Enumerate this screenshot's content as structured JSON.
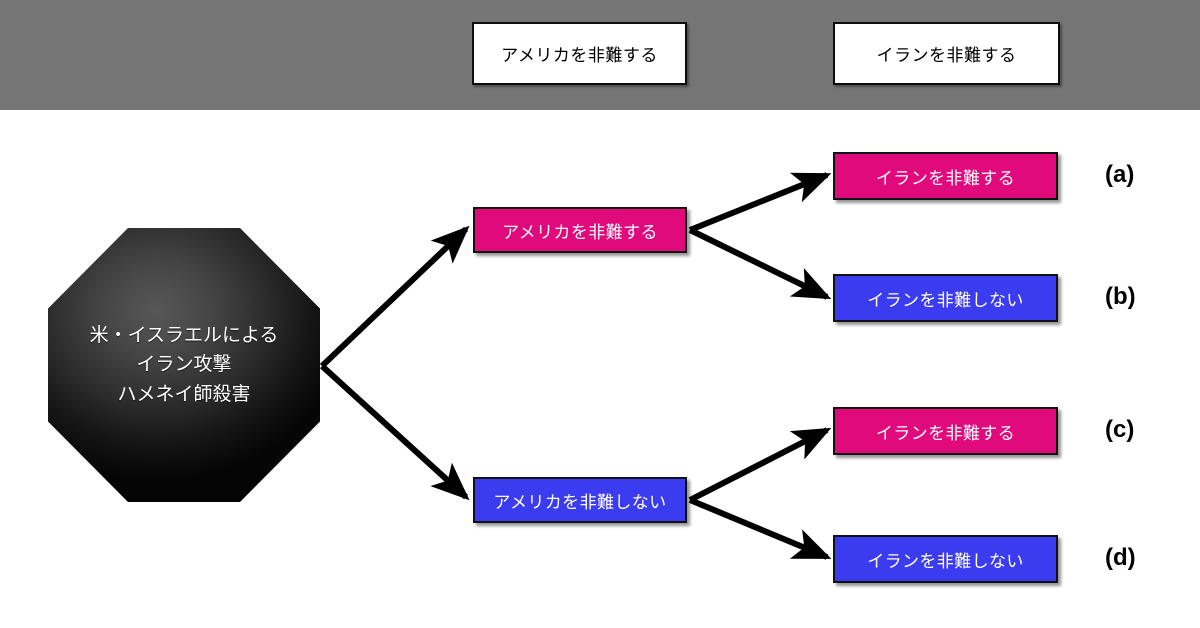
{
  "legend": {
    "items": [
      {
        "label": "アメリカを非難する"
      },
      {
        "label": "イランを非難する"
      }
    ]
  },
  "root": {
    "lines": [
      "米・イスラエルによる",
      "イラン攻撃",
      "ハメネイ師殺害"
    ]
  },
  "level1": [
    {
      "label": "アメリカを非難する",
      "color": "#e10a7d"
    },
    {
      "label": "アメリカを非難しない",
      "color": "#3b3bf0"
    }
  ],
  "level2": [
    {
      "label": "イランを非難する",
      "color": "#e10a7d",
      "outcome": "(a)"
    },
    {
      "label": "イランを非難しない",
      "color": "#3b3bf0",
      "outcome": "(b)"
    },
    {
      "label": "イランを非難する",
      "color": "#e10a7d",
      "outcome": "(c)"
    },
    {
      "label": "イランを非難しない",
      "color": "#3b3bf0",
      "outcome": "(d)"
    }
  ],
  "colors": {
    "header_band": "#757575",
    "pink": "#e10a7d",
    "blue": "#3b3bf0",
    "arrow": "#000000",
    "background": "#ffffff",
    "node_text": "#ffffff",
    "legend_text": "#000000"
  }
}
